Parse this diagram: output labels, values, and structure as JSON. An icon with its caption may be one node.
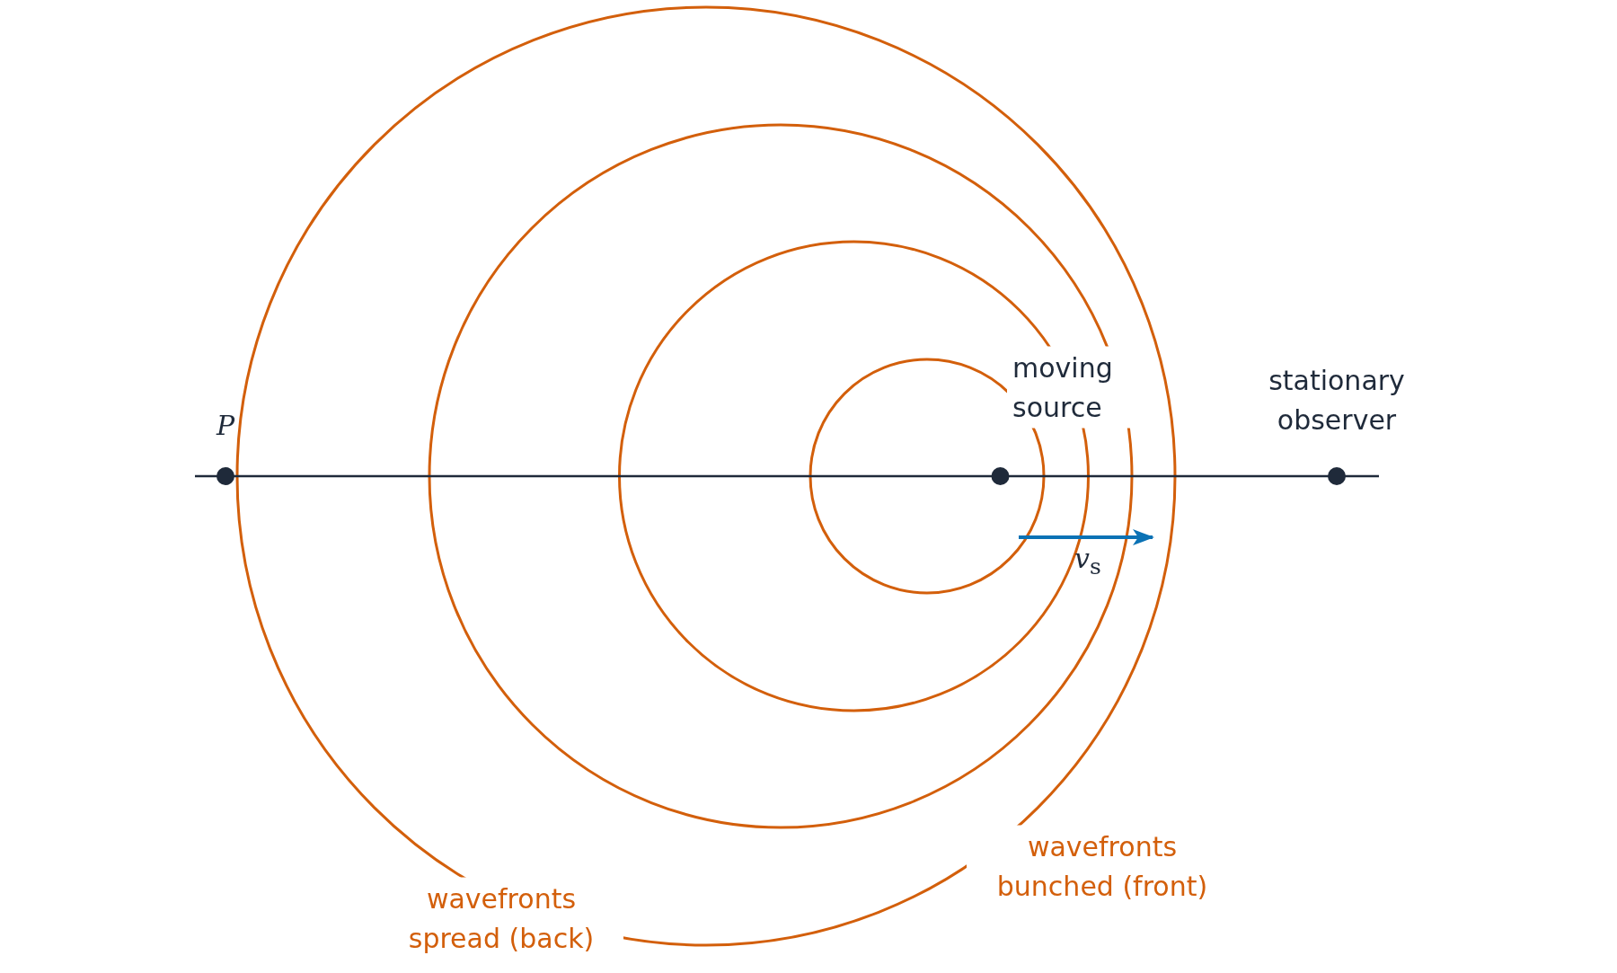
{
  "diagram": {
    "labels": [
      "P",
      "moving source",
      "stationary observer",
      "*v*$_{s}$",
      "wavefronts spread (back)",
      "wavefronts bunched (front)"
    ]
  }
}
